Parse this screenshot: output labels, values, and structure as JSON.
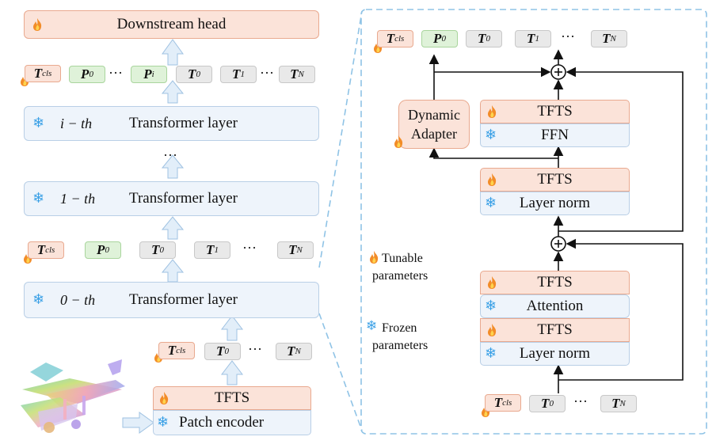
{
  "left": {
    "downstream_head": "Downstream head",
    "tokens_top": {
      "t_cls": "T",
      "t_cls_sub": "cls",
      "p0": "P",
      "p0_sub": "0",
      "dots1": "···",
      "pi": "P",
      "pi_sub": "i",
      "t0": "T",
      "t0_sub": "0",
      "t1": "T",
      "t1_sub": "1",
      "dots2": "···",
      "tn": "T",
      "tn_sub": "N"
    },
    "layer_i_index": "i − th",
    "layer_label": "Transformer layer",
    "vdots": "···",
    "layer_1_index": "1 − th",
    "tokens_mid": {
      "t_cls": "T",
      "t_cls_sub": "cls",
      "p0": "P",
      "p0_sub": "0",
      "t0": "T",
      "t0_sub": "0",
      "t1": "T",
      "t1_sub": "1",
      "dots": "···",
      "tn": "T",
      "tn_sub": "N"
    },
    "layer_0_index": "0 − th",
    "tokens_bottom": {
      "t_cls": "T",
      "t_cls_sub": "cls",
      "t0": "T",
      "t0_sub": "0",
      "dots": "···",
      "tn": "T",
      "tn_sub": "N"
    },
    "tfts": "TFTS",
    "patch_encoder": "Patch encoder"
  },
  "right": {
    "tokens_top": {
      "t_cls": "T",
      "t_cls_sub": "cls",
      "p0": "P",
      "p0_sub": "0",
      "t0": "T",
      "t0_sub": "0",
      "t1": "T",
      "t1_sub": "1",
      "dots": "···",
      "tn": "T",
      "tn_sub": "N"
    },
    "dynamic_adapter": "Dynamic Adapter",
    "tfts": "TFTS",
    "ffn": "FFN",
    "layer_norm": "Layer norm",
    "attention": "Attention",
    "plus": "+",
    "tokens_bottom": {
      "t_cls": "T",
      "t_cls_sub": "cls",
      "t0": "T",
      "t0_sub": "0",
      "dots": "···",
      "tn": "T",
      "tn_sub": "N"
    }
  },
  "legend": {
    "tunable": "Tunable parameters",
    "frozen": "Frozen parameters"
  },
  "colors": {
    "frozen_fill": "#eef4fb",
    "tunable_fill": "#fbe3d9",
    "prompt_fill": "#dff2d9",
    "token_fill": "#e9e9e9",
    "dashed_border": "#8fc3e6",
    "arrow_fill": "#e2eef9"
  }
}
